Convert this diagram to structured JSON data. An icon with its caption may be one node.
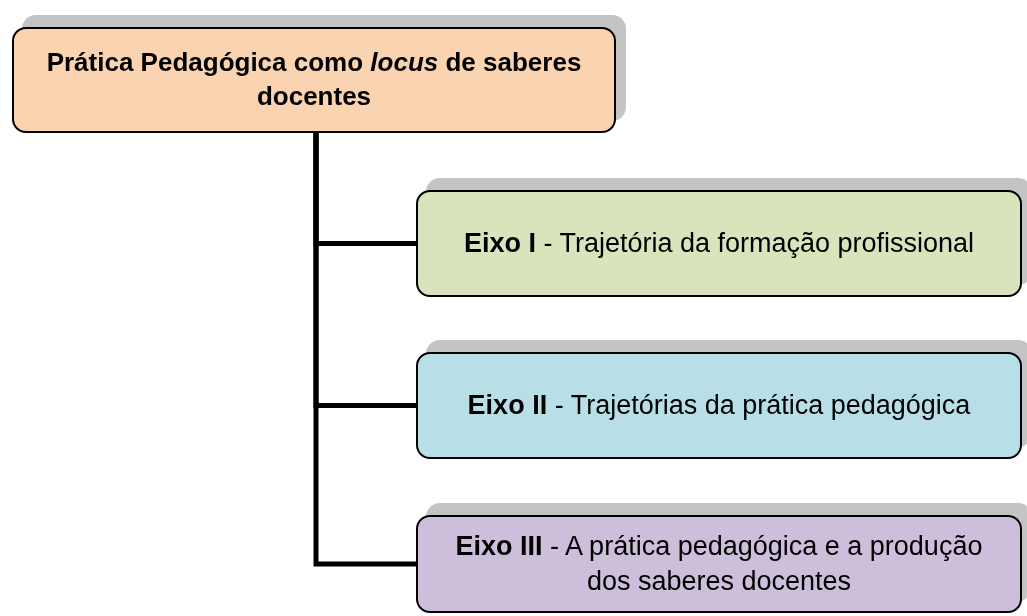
{
  "diagram": {
    "nodes": [
      {
        "text": [
          "Prática Pedagógica como *locus* de saberes docentes"
        ]
      },
      {
        "text": [
          "**Eixo I** - Trajetória da formação profissional"
        ]
      },
      {
        "text": [
          "**Eixo II** - Trajetórias da prática pedagógica"
        ]
      },
      {
        "text": [
          "**Eixo III** - A prática pedagógica e a produção dos saberes docentes"
        ]
      }
    ],
    "edges": [
      {
        "from": 0,
        "to": 1,
        "arrow": "none"
      },
      {
        "from": 0,
        "to": 2,
        "arrow": "none"
      },
      {
        "from": 0,
        "to": 3,
        "arrow": "none"
      }
    ]
  }
}
